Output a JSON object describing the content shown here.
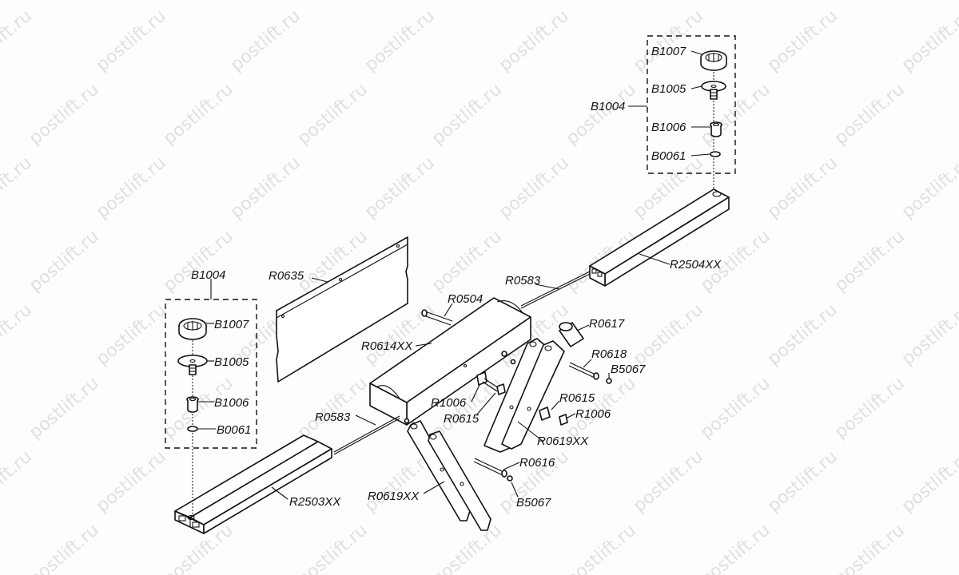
{
  "watermark": "postlift.ru",
  "callouts": {
    "b1004_right": "B1004",
    "b1007_right": "B1007",
    "b1005_right": "B1005",
    "b1006_right": "B1006",
    "b0061_right": "B0061",
    "r2504xx": "R2504XX",
    "r0583_upper": "R0583",
    "r0635": "R0635",
    "r0504": "R0504",
    "r0614xx": "R0614XX",
    "r0617": "R0617",
    "r0618": "R0618",
    "b5067_upper": "B5067",
    "r1006_left": "R1006",
    "r0615_left": "R0615",
    "r0615_right": "R0615",
    "r1006_right": "R1006",
    "r0619xx_right": "R0619XX",
    "r0616": "R0616",
    "b5067_lower": "B5067",
    "r0619xx_left": "R0619XX",
    "r0583_lower": "R0583",
    "r2503xx": "R2503XX",
    "b1004_left": "B1004",
    "b1007_left": "B1007",
    "b1005_left": "B1005",
    "b1006_left": "B1006",
    "b0061_left": "B0061"
  }
}
